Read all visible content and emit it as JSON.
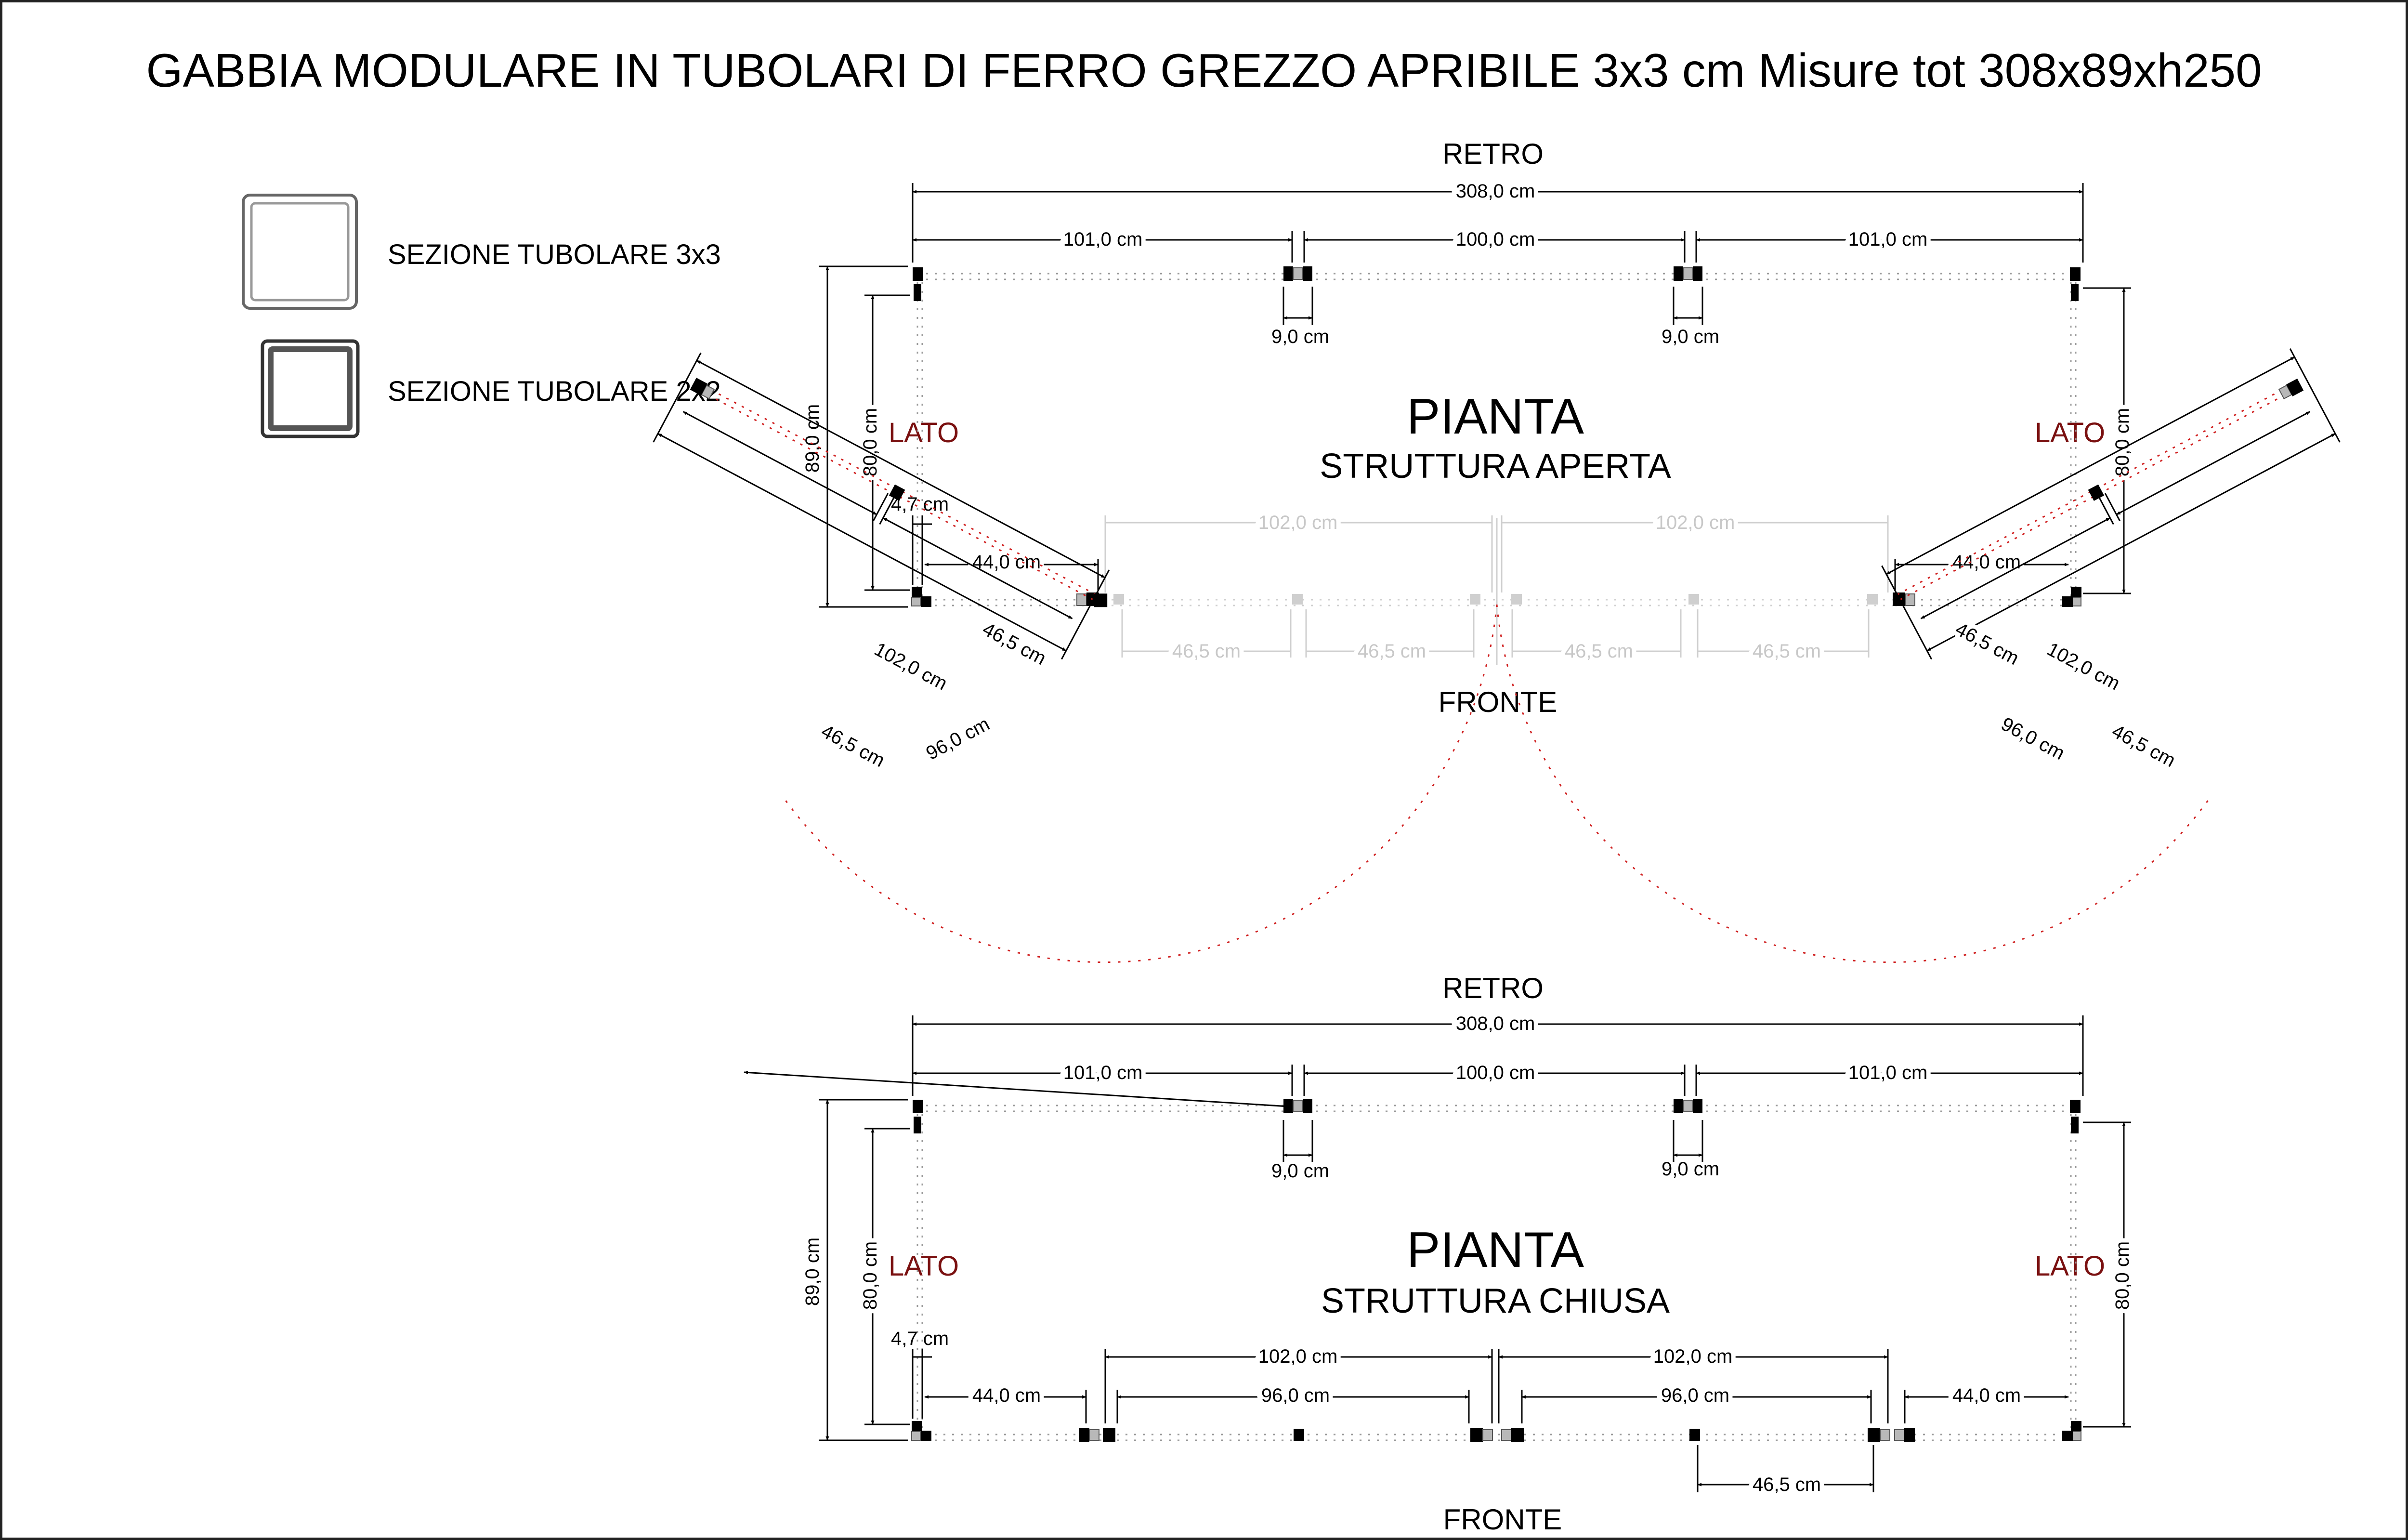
{
  "title": "GABBIA MODULARE IN TUBOLARI DI FERRO GREZZO APRIBILE  3x3 cm Misure tot 308x89xh250",
  "legend": [
    {
      "label": "SEZIONE TUBOLARE 3x3"
    },
    {
      "label": "SEZIONE TUBOLARE 2x2"
    }
  ],
  "open_plan": {
    "top_label": "RETRO",
    "bottom_label": "FRONTE",
    "title": "PIANTA",
    "subtitle": "STRUTTURA APERTA",
    "side_left": "LATO",
    "side_right": "LATO",
    "dims": {
      "total": "308,0 cm",
      "seg_left": "101,0 cm",
      "seg_mid": "100,0 cm",
      "seg_right": "101,0 cm",
      "gap_left": "9,0 cm",
      "gap_right": "9,0 cm",
      "depth": "89,0 cm",
      "inner_left": "80,0 cm",
      "inner_right": "80,0 cm",
      "offset": "4,7 cm",
      "front_left": "44,0 cm",
      "front_right": "44,0 cm",
      "ghost_door_left": "102,0 cm",
      "ghost_door_right": "102,0 cm",
      "ghost_half_1": "46,5 cm",
      "ghost_half_2": "46,5 cm",
      "ghost_half_3": "46,5 cm",
      "ghost_half_4": "46,5 cm",
      "ldoor_total": "102,0 cm",
      "ldoor_half_outer": "46,5 cm",
      "ldoor_half_inner": "46,5 cm",
      "ldoor_inner": "96,0 cm",
      "rdoor_total": "102,0 cm",
      "rdoor_half_outer": "46,5 cm",
      "rdoor_half_inner": "46,5 cm",
      "rdoor_inner": "96,0 cm"
    }
  },
  "closed_plan": {
    "top_label": "RETRO",
    "bottom_label": "FRONTE",
    "title": "PIANTA",
    "subtitle": "STRUTTURA CHIUSA",
    "side_left": "LATO",
    "side_right": "LATO",
    "dims": {
      "total": "308,0 cm",
      "seg_left": "101,0 cm",
      "seg_mid": "100,0 cm",
      "seg_right": "101,0 cm",
      "gap_left": "9,0 cm",
      "gap_right": "9,0 cm",
      "depth": "89,0 cm",
      "inner_left": "80,0 cm",
      "inner_right": "80,0 cm",
      "offset": "4,7 cm",
      "front_left": "44,0 cm",
      "front_right": "44,0 cm",
      "door_left": "102,0 cm",
      "door_right": "102,0 cm",
      "door_inner_left": "96,0 cm",
      "door_inner_right": "96,0 cm",
      "half": "46,5 cm"
    }
  },
  "colors": {
    "lato": "#7a1010",
    "swing": "#d02020"
  }
}
